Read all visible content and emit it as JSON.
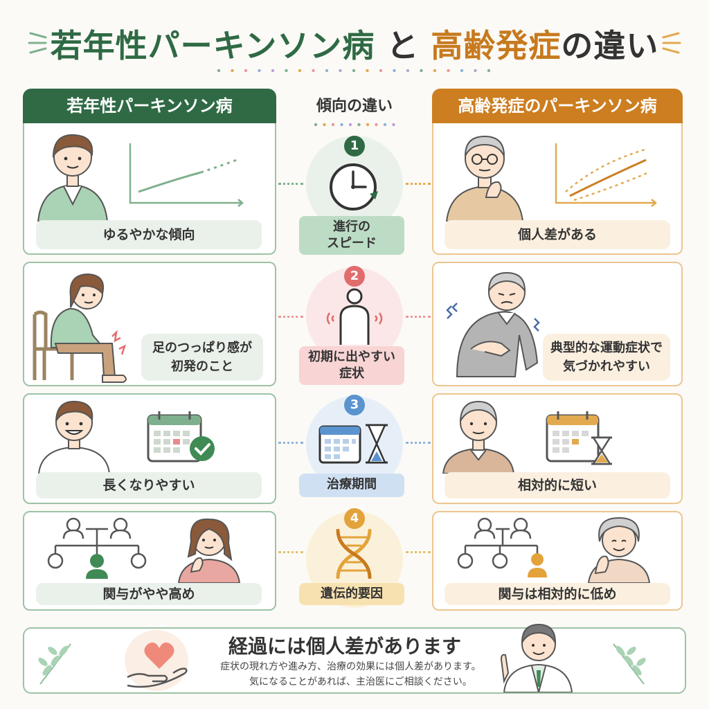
{
  "title": {
    "part1": "若年性パーキンソン病",
    "part2": "と",
    "part3": "高齢発症",
    "part4": "の違い"
  },
  "colors": {
    "green": "#2f6a45",
    "orange": "#cc7e20",
    "red": "#e06c6c",
    "blue": "#5b93cf",
    "gold": "#e3a33a"
  },
  "left_header": "若年性パーキンソン病",
  "right_header": "高齢発症のパーキンソン病",
  "center_header": "傾向の違い",
  "rows": [
    {
      "number": "1",
      "center_label_line1": "進行の",
      "center_label_line2": "スピード",
      "center_icon": "clock-icon",
      "left_text": "ゆるやかな傾向",
      "right_text": "個人差がある"
    },
    {
      "number": "2",
      "center_label_line1": "初期に出やすい",
      "center_label_line2": "症状",
      "center_icon": "body-tremor-icon",
      "left_text_line1": "足のつっぱり感が",
      "left_text_line2": "初発のこと",
      "right_text_line1": "典型的な運動症状で",
      "right_text_line2": "気づかれやすい"
    },
    {
      "number": "3",
      "center_label": "治療期間",
      "center_icon": "calendar-hourglass-icon",
      "left_text": "長くなりやすい",
      "right_text": "相対的に短い"
    },
    {
      "number": "4",
      "center_label": "遺伝的要因",
      "center_icon": "dna-icon",
      "left_text": "関与がやや高め",
      "right_text": "関与は相対的に低め"
    }
  ],
  "footer": {
    "title": "経過には個人差があります",
    "line1": "症状の現れ方や進み方、治療の効果には個人差があります。",
    "line2": "気になることがあれば、主治医にご相談ください。"
  }
}
